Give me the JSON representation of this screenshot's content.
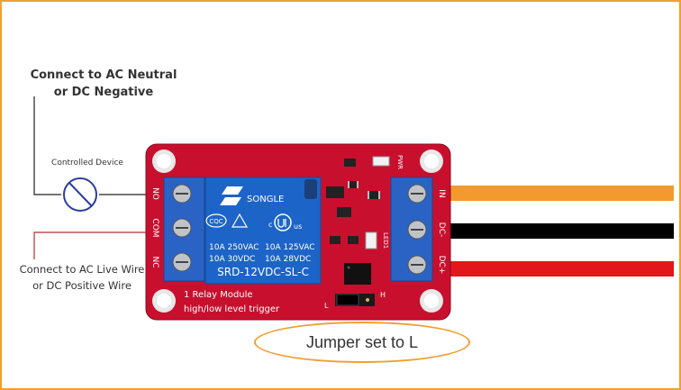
{
  "labels": {
    "neutral_line1": "Connect to AC Neutral",
    "neutral_line2": "or DC Negative",
    "controlled_device": "Controlled Device",
    "live_line1": "Connect to AC Live Wire",
    "live_line2": "or DC Positive Wire",
    "jumper_note": "Jumper set to L"
  },
  "board": {
    "left_terminals": [
      "NO",
      "COM",
      "NC"
    ],
    "right_terminals": [
      "IN",
      "DC-",
      "DC+"
    ],
    "relay_brand": "SONGLE",
    "cqc": "CQC",
    "ul_c": "c",
    "ul_us": "us",
    "spec_left_1": "10A 250VAC",
    "spec_right_1": "10A 125VAC",
    "spec_left_2": "10A  30VDC",
    "spec_right_2": "10A 28VDC",
    "model": "SRD-12VDC-SL-C",
    "silk_title": "1 Relay  Module",
    "silk_sub": "high/low level trigger",
    "pwr_label": "PWR",
    "led_label": "LED1",
    "jumper_h": "H",
    "jumper_l": "L"
  },
  "colors": {
    "frame": "#f0a030",
    "board": "#c8102e",
    "relay": "#1d64c8",
    "terminal": "#2a63c4",
    "wire_in": "#f39a2e",
    "wire_gnd": "#000000",
    "wire_pos": "#e3161b",
    "line_neutral": "#222222",
    "line_live": "#b03030",
    "device_icon": "#2a3f9d"
  }
}
